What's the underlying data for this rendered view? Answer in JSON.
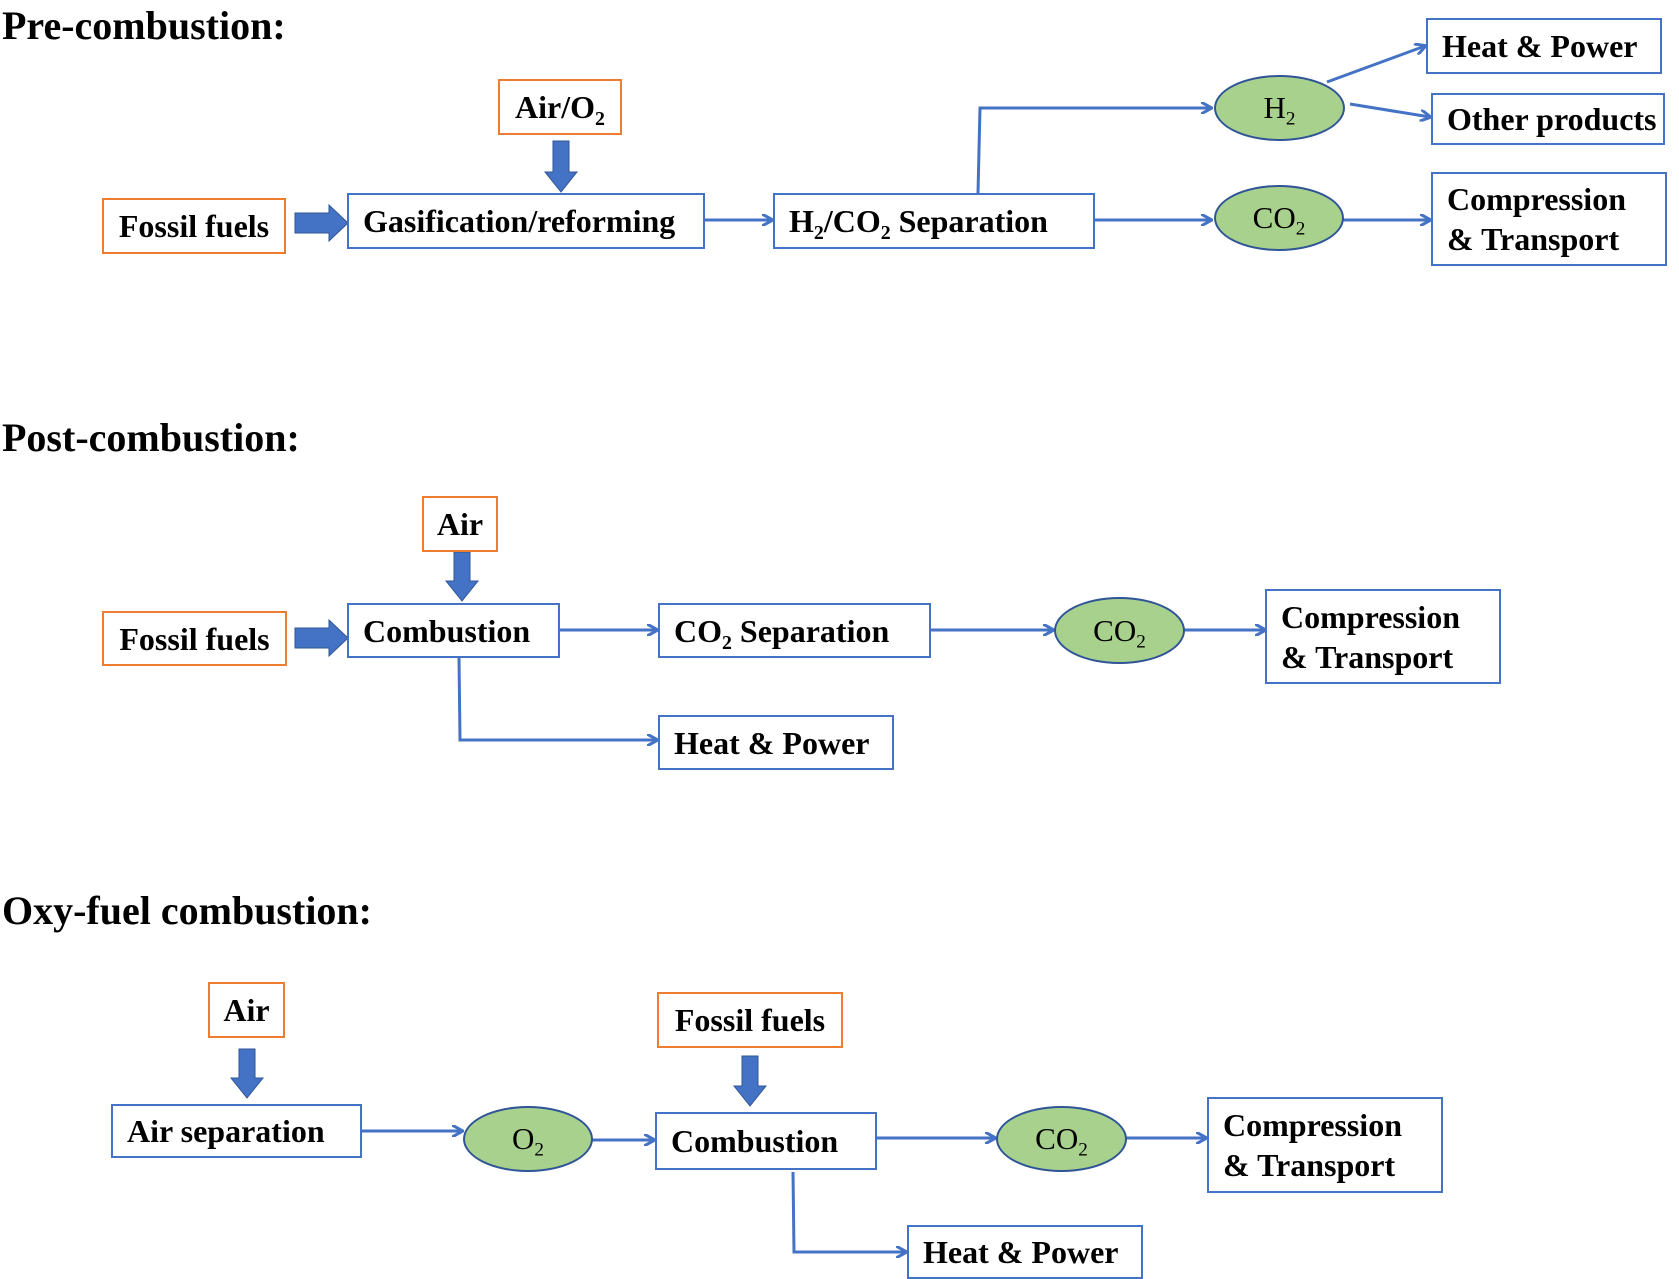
{
  "colors": {
    "process_border": "#4472c4",
    "input_border": "#ed7d31",
    "product_fill": "#a9d18e",
    "arrow": "#4472c4"
  },
  "sub2": "2",
  "pre": {
    "heading": "Pre-combustion:",
    "fossil_fuels": "Fossil fuels",
    "air_o2_prefix": "Air/O",
    "gasification": "Gasification/reforming",
    "sep_h": "H",
    "sep_slash_co": "/CO",
    "sep_suffix": " Separation",
    "h2": "H",
    "co2": "CO",
    "heat_power": "Heat & Power",
    "other_products": "Other products",
    "compression_line1": "Compression",
    "compression_line2": "& Transport"
  },
  "post": {
    "heading": "Post-combustion:",
    "air": "Air",
    "fossil_fuels": "Fossil fuels",
    "combustion": "Combustion",
    "sep_co": "CO",
    "sep_suffix": " Separation",
    "co2": "CO",
    "compression_line1": "Compression",
    "compression_line2": "& Transport",
    "heat_power": "Heat & Power"
  },
  "oxy": {
    "heading": "Oxy-fuel combustion:",
    "air": "Air",
    "air_separation": "Air separation",
    "o2": "O",
    "fossil_fuels": "Fossil fuels",
    "combustion": "Combustion",
    "co2": "CO",
    "compression_line1": "Compression",
    "compression_line2": "& Transport",
    "heat_power": "Heat & Power"
  }
}
